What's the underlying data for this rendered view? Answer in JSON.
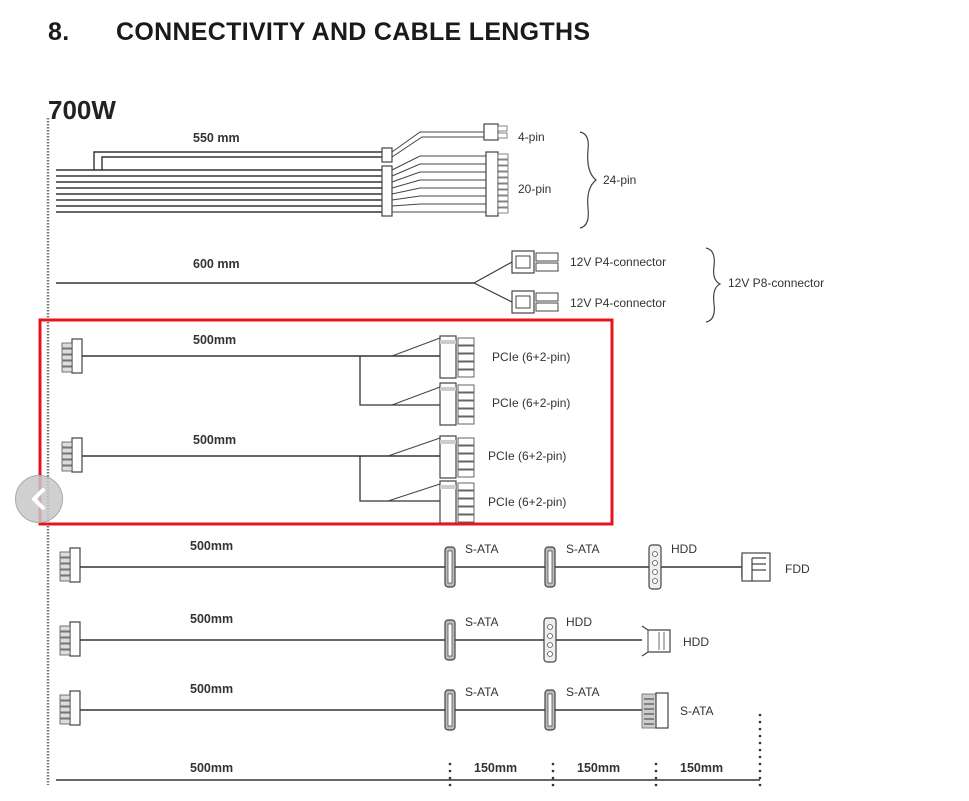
{
  "heading": {
    "number": "8.",
    "title": "CONNECTIVITY AND CABLE LENGTHS"
  },
  "model": "700W",
  "cables": {
    "atx": {
      "length": "550 mm",
      "c4": "4-pin",
      "c20": "20-pin",
      "combined": "24-pin"
    },
    "cpu": {
      "length": "600 mm",
      "p4a": "12V P4-connector",
      "p4b": "12V P4-connector",
      "combined": "12V P8-connector"
    },
    "pcie1": {
      "length": "500mm",
      "a": "PCIe (6+2-pin)",
      "b": "PCIe (6+2-pin)"
    },
    "pcie2": {
      "length": "500mm",
      "a": "PCIe (6+2-pin)",
      "b": "PCIe (6+2-pin)"
    },
    "peri1": {
      "length": "500mm",
      "c1": "S-ATA",
      "c2": "S-ATA",
      "c3": "HDD",
      "c4": "FDD"
    },
    "peri2": {
      "length": "500mm",
      "c1": "S-ATA",
      "c2": "HDD",
      "c3": "HDD"
    },
    "peri3": {
      "length": "500mm",
      "c1": "S-ATA",
      "c2": "S-ATA",
      "c3": "S-ATA"
    }
  },
  "dimensions": {
    "main": "500mm",
    "seg1": "150mm",
    "seg2": "150mm",
    "seg3": "150mm"
  },
  "highlight": {
    "color": "#e8141b"
  },
  "nav": {
    "prev_icon": "chevron-left-icon"
  }
}
